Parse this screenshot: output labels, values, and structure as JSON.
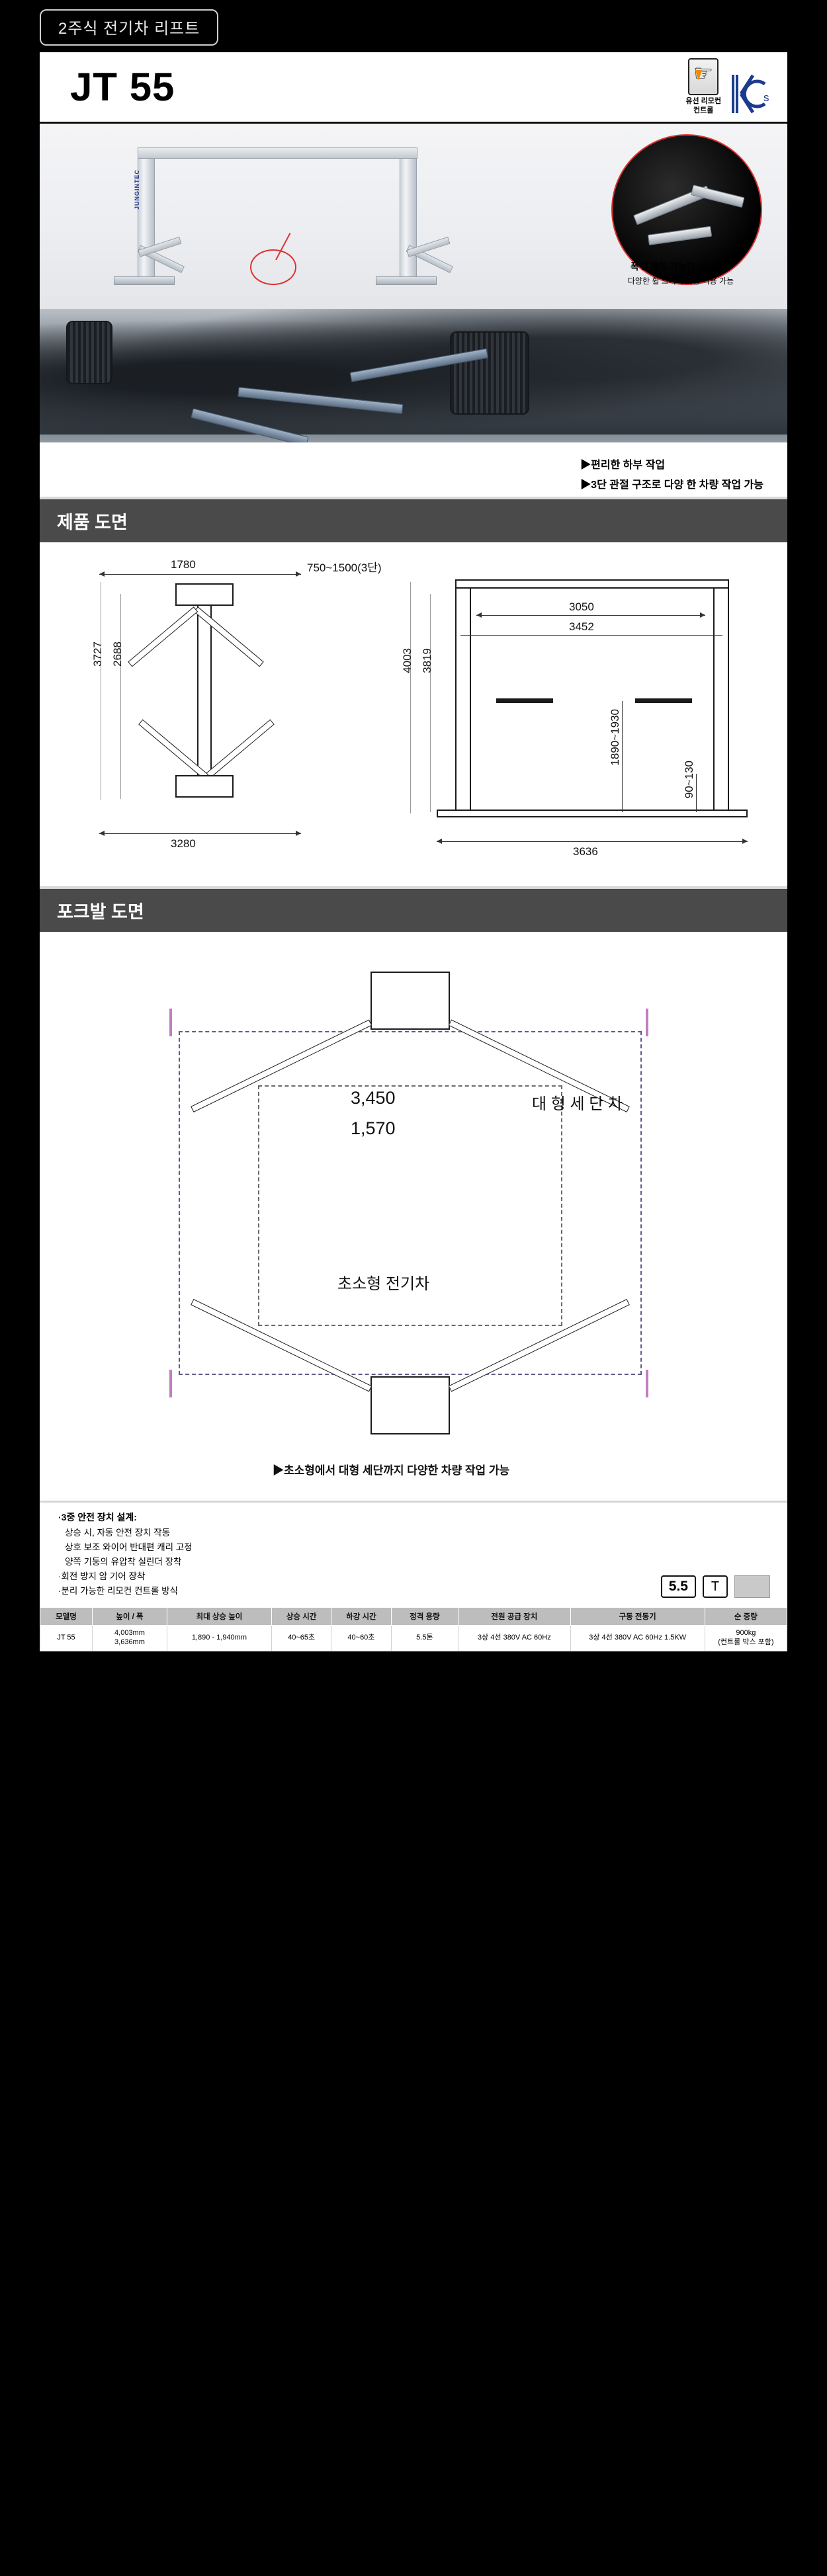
{
  "header": {
    "category_tag": "2주식 전기차 리프트",
    "model_title": "JT 55",
    "badge_remote_caption_l1": "유선 리모컨",
    "badge_remote_caption_l2": "컨트롤",
    "badge_kcs_label": "KCs"
  },
  "hero1": {
    "brand_label": "JUNGINTEC",
    "callout_line1": "폭 조절이 가능한 'ⓒ'자 암",
    "callout_line2": "다양한 휠 크기의 차량 적용 가능"
  },
  "hero2": {
    "bullet1": "▶편리한 하부 작업",
    "bullet2": "▶3단 관절 구조로 다양 한 차량 작업 가능"
  },
  "sections": {
    "product_drawing": "제품 도면",
    "fork_drawing": "포크발 도면"
  },
  "drawing_dims": {
    "left_top_width": "1780",
    "left_top_right": "750~1500(3단)",
    "left_v_outer": "3727",
    "left_v_inner": "2688",
    "left_bottom_width": "3280",
    "right_width_inner": "3050",
    "right_width_outer": "3452",
    "right_v_outer": "4003",
    "right_v_inner": "3819",
    "right_height_range": "1890~1930",
    "right_clearance": "90~130",
    "right_bottom_width": "3636"
  },
  "fork_drawing": {
    "dim_large": "3,450",
    "dim_small": "1,570",
    "label_large": "대 형 세 단 차",
    "label_small": "초소형 전기차",
    "caption": "▶초소형에서 대형 세단까지 다양한 차량 작업 가능"
  },
  "features": {
    "title": "·3중 안전 장치 설계:",
    "lines": [
      "상승 시, 자동 안전 장치 작동",
      "상호 보조 와이어 반대편 캐리 고정",
      "양쪽 기둥의 유압착 실린더 장착",
      "·회전 방지 암 기어 장착",
      "·분리 가능한 리모컨 컨트롤 방식"
    ],
    "badge_capacity": "5.5",
    "badge_ton": "T"
  },
  "spec_table": {
    "headers": [
      "모델명",
      "높이 / 폭",
      "최대 상승 높이",
      "상승 시간",
      "하강 시간",
      "정격 용량",
      "전원 공급 장치",
      "구동 전동기",
      "순 중량"
    ],
    "rows": [
      {
        "model": "JT 55",
        "height_width": "4,003mm\n3,636mm",
        "max_lift_height": "1,890 - 1,940mm",
        "rise_time": "40~65초",
        "descend_time": "40~60초",
        "rated_capacity": "5.5톤",
        "power_supply": "3상 4선 380V AC 60Hz",
        "motor": "3상 4선 380V AC 60Hz 1.5KW",
        "net_weight": "900kg\n(컨트롤 박스 포함)"
      }
    ]
  }
}
